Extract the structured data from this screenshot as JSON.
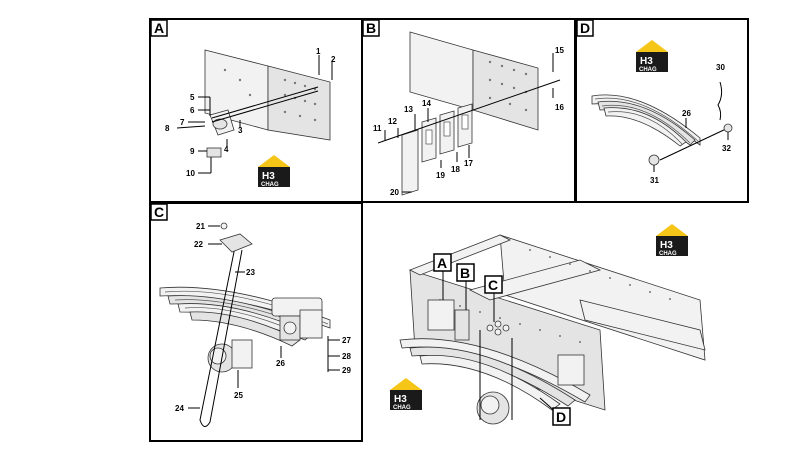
{
  "panels": {
    "a": {
      "letter": "A"
    },
    "b": {
      "letter": "B"
    },
    "c": {
      "letter": "C"
    },
    "d": {
      "letter": "D"
    }
  },
  "callouts": {
    "a": {
      "letter": "A"
    },
    "b": {
      "letter": "B"
    },
    "c": {
      "letter": "C"
    },
    "d": {
      "letter": "D"
    }
  },
  "logo": {
    "mark": "H3",
    "word": "CHAG",
    "accent_color": "#f5c518",
    "dark_color": "#1a1a1a"
  },
  "parts": {
    "p1": "1",
    "p2": "2",
    "p3": "3",
    "p4": "4",
    "p5": "5",
    "p6": "6",
    "p7": "7",
    "p8": "8",
    "p9": "9",
    "p10": "10",
    "p11": "11",
    "p12": "12",
    "p13": "13",
    "p14": "14",
    "p15": "15",
    "p16": "16",
    "p17": "17",
    "p18": "18",
    "p19": "19",
    "p20": "20",
    "p21": "21",
    "p22": "22",
    "p23": "23",
    "p24": "24",
    "p25": "25",
    "p26": "26",
    "p27": "27",
    "p28": "28",
    "p29": "29",
    "p30": "30",
    "p31": "31",
    "p32": "32"
  }
}
